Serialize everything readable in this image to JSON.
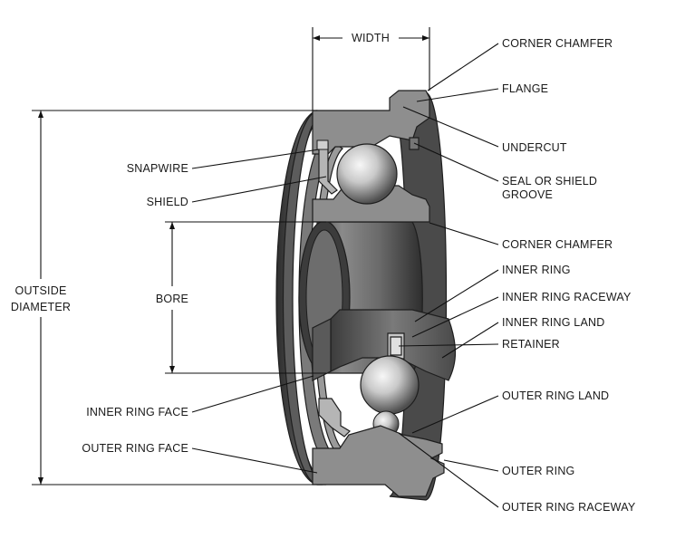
{
  "labels": {
    "width": "WIDTH",
    "outside_diameter_line1": "OUTSIDE",
    "outside_diameter_line2": "DIAMETER",
    "bore": "BORE",
    "snapwire": "SNAPWIRE",
    "shield": "SHIELD",
    "inner_ring_face": "INNER RING FACE",
    "outer_ring_face": "OUTER RING FACE",
    "corner_chamfer_top": "CORNER CHAMFER",
    "flange": "FLANGE",
    "undercut": "UNDERCUT",
    "seal_groove_line1": "SEAL OR SHIELD",
    "seal_groove_line2": "GROOVE",
    "corner_chamfer_mid": "CORNER CHAMFER",
    "inner_ring": "INNER RING",
    "inner_ring_raceway": "INNER RING RACEWAY",
    "inner_ring_land": "INNER RING LAND",
    "retainer": "RETAINER",
    "outer_ring_land": "OUTER RING LAND",
    "outer_ring": "OUTER RING",
    "outer_ring_raceway": "OUTER RING RACEWAY"
  },
  "colors": {
    "dark_metal": "#3a3a3a",
    "mid_metal": "#6e6e6e",
    "light_metal": "#a6a6a6",
    "section_face": "#8c8c8c",
    "ball_highlight": "#f2f2f2",
    "ball_shadow": "#5c5c5c"
  }
}
